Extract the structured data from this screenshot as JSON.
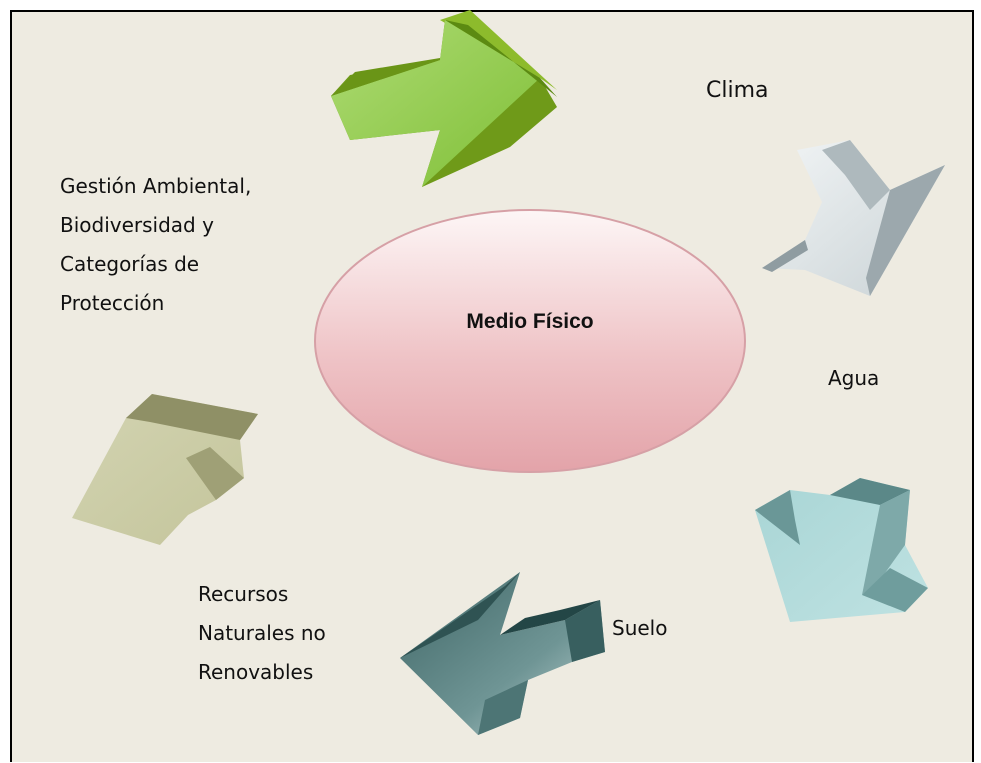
{
  "diagram": {
    "center": {
      "label": "Medio Físico"
    },
    "items": [
      {
        "id": "clima",
        "label": "Clima",
        "color": "#8cc63f"
      },
      {
        "id": "agua",
        "label": "Agua",
        "color": "#c8d3d6"
      },
      {
        "id": "suelo",
        "label": "Suelo",
        "color": "#7fb6b6"
      },
      {
        "id": "recursos",
        "lines": [
          "Recursos",
          "Naturales no",
          "Renovables"
        ],
        "color": "#4e7474"
      },
      {
        "id": "gestion",
        "lines": [
          "Gestión Ambiental,",
          "Biodiversidad y",
          "Categorías de",
          "Protección"
        ],
        "color": "#bfbf95"
      }
    ]
  }
}
